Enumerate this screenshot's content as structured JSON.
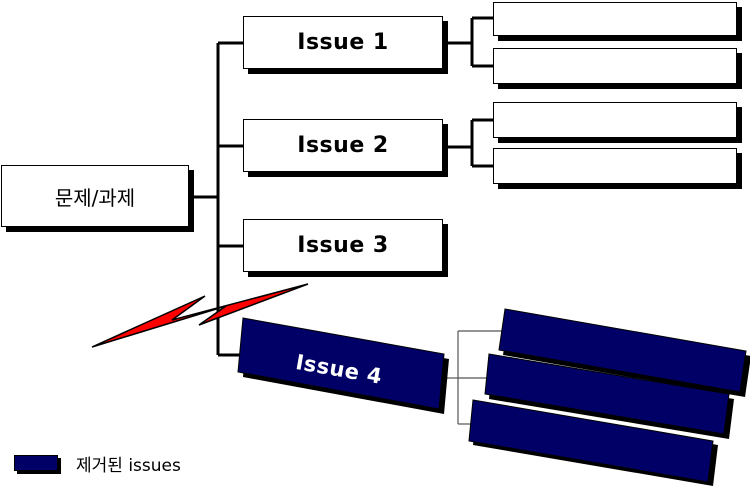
{
  "root": {
    "label": "문제/과제"
  },
  "issues": [
    {
      "label": "Issue 1",
      "status": "kept"
    },
    {
      "label": "Issue 2",
      "status": "kept"
    },
    {
      "label": "Issue 3",
      "status": "kept"
    },
    {
      "label": "Issue 4",
      "status": "removed"
    }
  ],
  "legend": {
    "label": "제거된 issues",
    "color": "#000066"
  },
  "colors": {
    "removed_fill": "#000066",
    "bolt_fill": "#ff0000"
  },
  "icons": {
    "divider": "lightning-bolt-icon"
  }
}
